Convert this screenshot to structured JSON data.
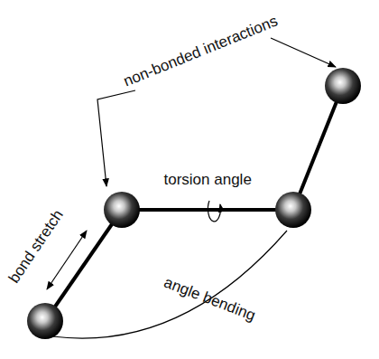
{
  "diagram": {
    "labels": [
      "non-bonded interactions",
      "torsion angle",
      "bond stretch",
      "angle bending"
    ]
  }
}
